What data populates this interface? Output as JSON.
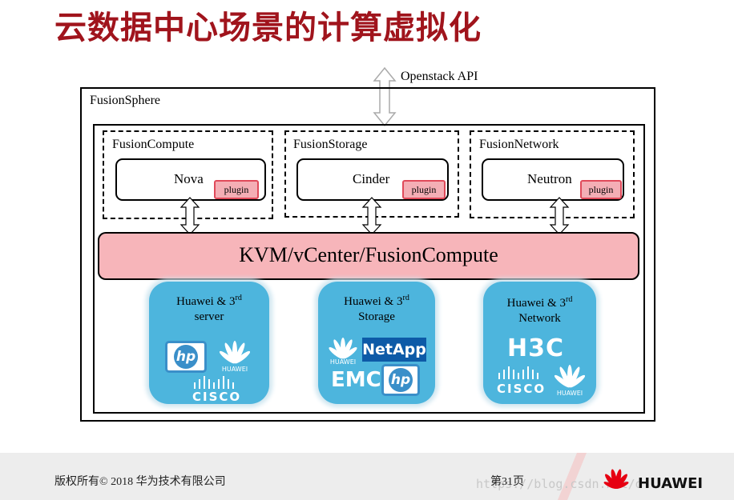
{
  "title": "云数据中心场景的计算虚拟化",
  "api_label": "Openstack API",
  "platform_label": "FusionSphere",
  "components": [
    {
      "name": "FusionCompute",
      "service": "Nova",
      "plugin": "plugin"
    },
    {
      "name": "FusionStorage",
      "service": "Cinder",
      "plugin": "plugin"
    },
    {
      "name": "FusionNetwork",
      "service": "Neutron",
      "plugin": "plugin"
    }
  ],
  "hypervisor_label": "KVM/vCenter/FusionCompute",
  "vendors": [
    {
      "line1": "Huawei & 3",
      "sup": "rd",
      "line2": "server",
      "logos": [
        "hp",
        "HUAWEI",
        "CISCO"
      ]
    },
    {
      "line1": "Huawei & 3",
      "sup": "rd",
      "line2": "Storage",
      "logos": [
        "HUAWEI",
        "NetApp",
        "EMC",
        "hp"
      ]
    },
    {
      "line1": "Huawei & 3",
      "sup": "rd",
      "line2": "Network",
      "logos": [
        "H3C",
        "CISCO",
        "HUAWEI"
      ]
    }
  ],
  "footer": {
    "copyright": "版权所有© 2018 华为技术有限公司",
    "page": "第31页",
    "watermark": "https://blog.csdn.net/o",
    "brand": "HUAWEI"
  },
  "colors": {
    "title": "#a0141c",
    "hypervisor_fill": "#f7b5ba",
    "plugin_fill": "#f4aeb5",
    "vendor_fill": "#4db5dd"
  }
}
